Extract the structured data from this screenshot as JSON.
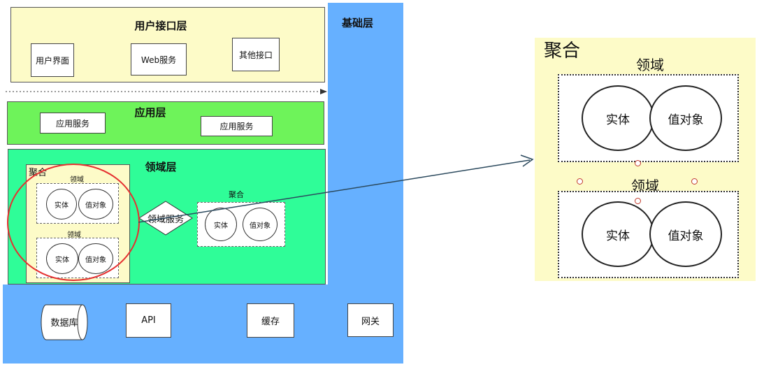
{
  "infrastructure": {
    "title": "基础层",
    "items": [
      "数据库",
      "API",
      "缓存",
      "网关"
    ],
    "color": "#66b0ff"
  },
  "ui_layer": {
    "title": "用户接口层",
    "boxes": [
      "用户界面",
      "Web服务",
      "其他接口"
    ],
    "color": "#fdfbc8"
  },
  "app_layer": {
    "title": "应用层",
    "boxes": [
      "应用服务",
      "应用服务"
    ],
    "color": "#6ef35a"
  },
  "domain_layer": {
    "title": "领域层",
    "color": "#2ffd98",
    "aggregate_left": {
      "label": "聚合",
      "domains": [
        {
          "label": "领域",
          "entity": "实体",
          "value_object": "值对象"
        },
        {
          "label": "领域",
          "entity": "实体",
          "value_object": "值对象"
        }
      ]
    },
    "domain_service": "领域服务",
    "aggregate_right": {
      "label": "聚合",
      "entity": "实体",
      "value_object": "值对象"
    }
  },
  "zoom_panel": {
    "title": "聚合",
    "domains": [
      {
        "label": "领域",
        "entity": "实体",
        "value_object": "值对象"
      },
      {
        "label": "领域",
        "entity": "实体",
        "value_object": "值对象"
      }
    ]
  },
  "highlight_color": "#e53030"
}
